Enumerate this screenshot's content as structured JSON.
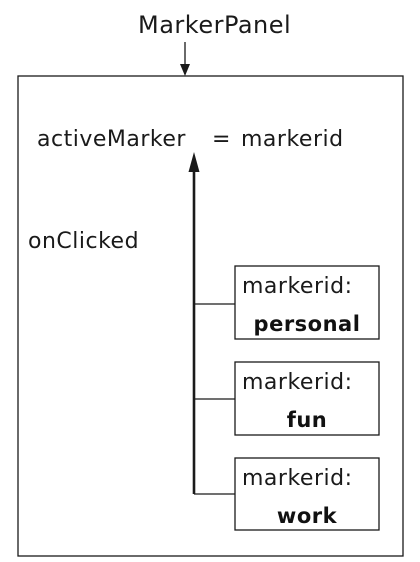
{
  "panel": {
    "title": "MarkerPanel",
    "assignment": {
      "target": "activeMarker",
      "operator": "=",
      "value": "markerid"
    },
    "event_label": "onClicked"
  },
  "markers": [
    {
      "key": "markerid:",
      "value": "personal"
    },
    {
      "key": "markerid:",
      "value": "fun"
    },
    {
      "key": "markerid:",
      "value": "work"
    }
  ]
}
